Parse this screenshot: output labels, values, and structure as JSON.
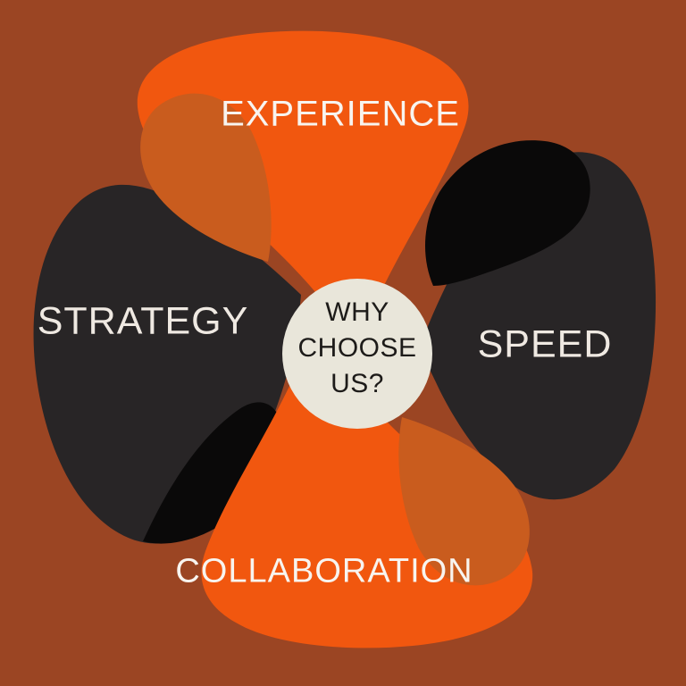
{
  "background_color": "#9B4523",
  "diagram": {
    "type": "pinwheel-flower",
    "center": {
      "line1": "WHY",
      "line2": "CHOOSE",
      "line3": "US?",
      "circle_color": "#E9E6DA",
      "text_color": "#1D1B19"
    },
    "petals": {
      "top": {
        "label": "EXPERIENCE",
        "color": "#F1570F",
        "accent_color": "#C95C1E",
        "label_color": "#F8F4EF"
      },
      "right": {
        "label": "SPEED",
        "color": "#282526",
        "accent_color": "#0A0909",
        "label_color": "#EFE9E2"
      },
      "bottom": {
        "label": "COLLABORATION",
        "color": "#F1570F",
        "accent_color": "#C95C1E",
        "label_color": "#F8F4EF"
      },
      "left": {
        "label": "STRATEGY",
        "color": "#282526",
        "accent_color": "#0A0909",
        "label_color": "#EFE9E2"
      }
    }
  }
}
